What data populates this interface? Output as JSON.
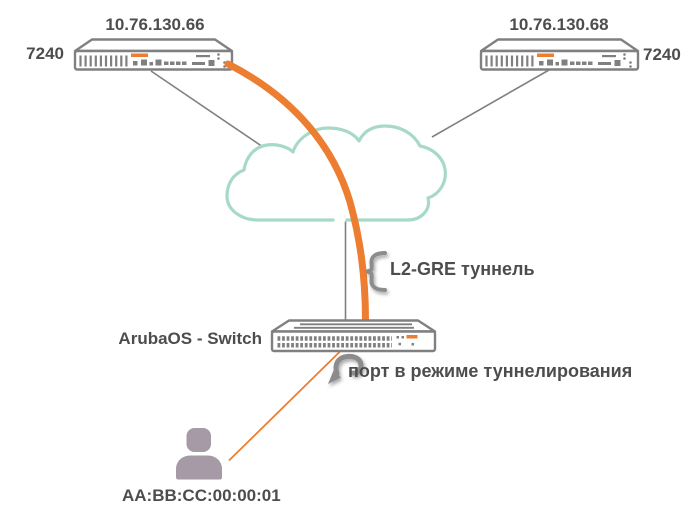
{
  "diagram": {
    "controllers": [
      {
        "ip": "10.76.130.66",
        "model": "7240"
      },
      {
        "ip": "10.76.130.68",
        "model": "7240"
      }
    ],
    "switch_label": "ArubaOS - Switch",
    "tunnel_label": "L2-GRE туннель",
    "port_label": "порт в режиме туннелирования",
    "client_mac": "AA:BB:CC:00:00:01",
    "icons": {
      "controller": "controller-rack-icon",
      "cloud": "wan-cloud-icon",
      "switch": "switch-rack-icon",
      "client": "person-icon",
      "brace": "curly-brace-icon",
      "port_pointer": "curved-arrow-icon"
    },
    "colors": {
      "tunnel_orange": "#ED7D31",
      "cloud_teal": "#A6DAC6",
      "device_gray": "#808080",
      "label_gray": "#4D4D4D",
      "annotation_gray": "#8C8C8C",
      "client_purple": "#A59AA5"
    }
  }
}
